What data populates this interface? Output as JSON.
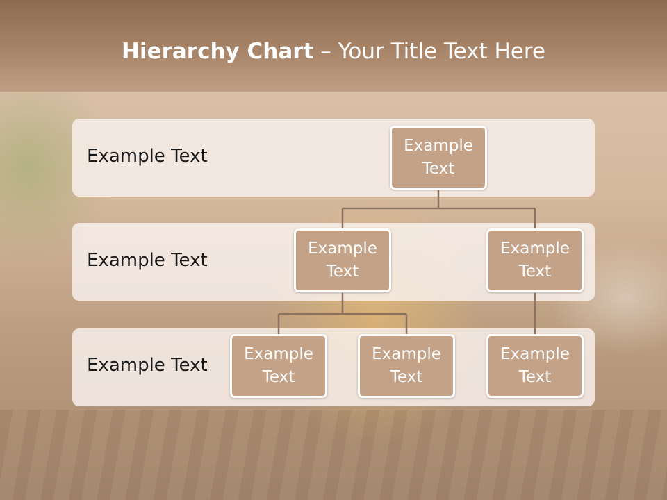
{
  "slide": {
    "title_bold": "Hierarchy Chart",
    "title_rest": " – Your Title Text Here"
  },
  "rows": [
    {
      "label": "Example Text"
    },
    {
      "label": "Example Text"
    },
    {
      "label": "Example Text"
    }
  ],
  "nodes": {
    "root": "Example Text",
    "level2_left": "Example Text",
    "level2_right": "Example Text",
    "level3_left": "Example Text",
    "level3_middle": "Example Text",
    "level3_right": "Example Text"
  },
  "colors": {
    "node_fill": "#c4a287",
    "node_border": "#ffffff",
    "connector": "#8c7260",
    "band_fill": "#f8f0eb"
  }
}
